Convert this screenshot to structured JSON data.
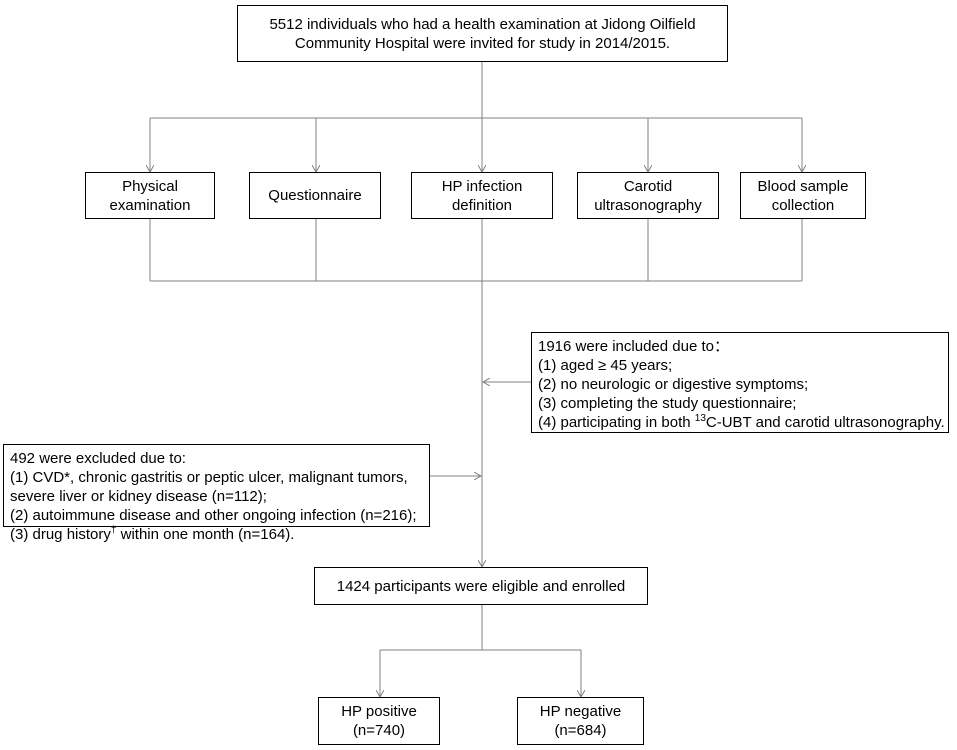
{
  "top_box": {
    "lines": [
      "5512 individuals who had a health examination at Jidong Oilfield",
      "Community Hospital were invited for study in 2014/2015."
    ]
  },
  "components": [
    {
      "line1": "Physical",
      "line2": "examination"
    },
    {
      "line1": "Questionnaire",
      "line2": ""
    },
    {
      "line1": "HP infection",
      "line2": "definition"
    },
    {
      "line1": "Carotid",
      "line2": "ultrasonography"
    },
    {
      "line1": "Blood sample",
      "line2": "collection"
    }
  ],
  "inclusion": {
    "heading": "1916 were included due to：",
    "items": [
      "(1) aged ≥ 45 years;",
      "(2) no neurologic or digestive symptoms;",
      "(3) completing the study questionnaire;"
    ],
    "item4_prefix": "(4) participating in both ",
    "item4_sup": "13",
    "item4_suffix": "C-UBT and carotid ultrasonography."
  },
  "exclusion": {
    "heading": "492 were excluded due to:",
    "item1_prefix": "(1) CVD",
    "item1_mark": "*",
    "item1_suffix": ", chronic gastritis or peptic ulcer, malignant tumors,",
    "item1_line2": "severe liver or kidney disease (n=112);",
    "item2": "(2) autoimmune disease and other ongoing infection (n=216);",
    "item3_prefix": "(3) drug history",
    "item3_mark": "†",
    "item3_suffix": " within one month (n=164)."
  },
  "enrolled": {
    "label": "1424 participants were eligible and enrolled"
  },
  "outcomes": [
    {
      "label": "HP positive",
      "count": "(n=740)"
    },
    {
      "label": "HP negative",
      "count": "(n=684)"
    }
  ],
  "colors": {
    "line": "#808080",
    "border": "#000000"
  }
}
